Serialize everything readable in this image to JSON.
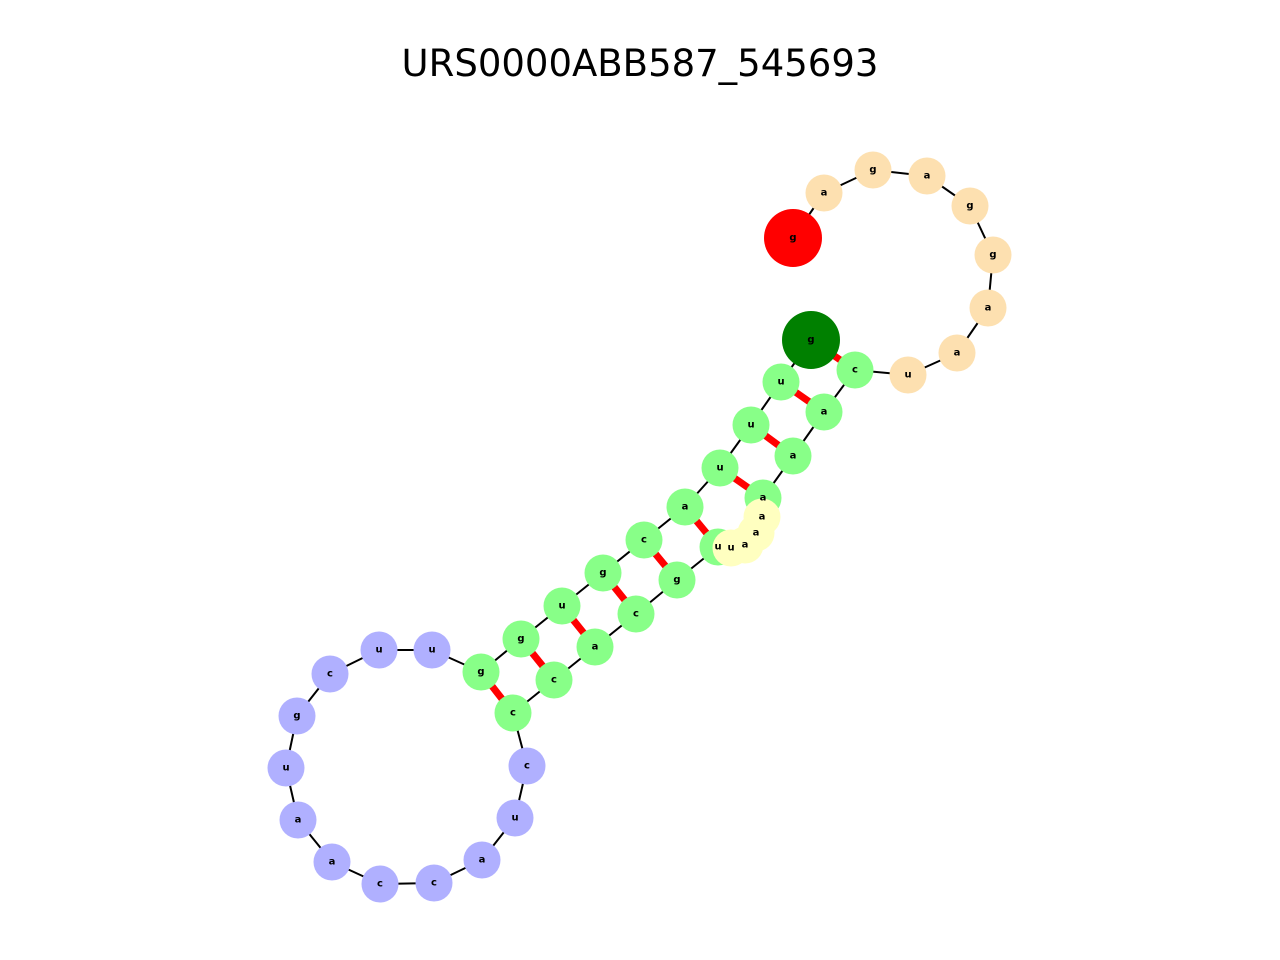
{
  "title": "URS0000ABB587_545693",
  "colors": {
    "five_prime": "#ff0000",
    "three_prime": "#008000",
    "hairpin_loop": "#fde0b0",
    "stem": "#88ff88",
    "bulge": "#ffffc0",
    "multi_loop": "#b0b0ff",
    "backbone": "#000000",
    "pair": "#ff0000"
  },
  "nodes": [
    {
      "base": "g",
      "type": "five_prime"
    },
    {
      "base": "a",
      "type": "hairpin_loop"
    },
    {
      "base": "g",
      "type": "hairpin_loop"
    },
    {
      "base": "a",
      "type": "hairpin_loop"
    },
    {
      "base": "g",
      "type": "hairpin_loop"
    },
    {
      "base": "g",
      "type": "hairpin_loop"
    },
    {
      "base": "a",
      "type": "hairpin_loop"
    },
    {
      "base": "a",
      "type": "hairpin_loop"
    },
    {
      "base": "u",
      "type": "hairpin_loop"
    },
    {
      "base": "c",
      "type": "stem"
    },
    {
      "base": "a",
      "type": "stem"
    },
    {
      "base": "a",
      "type": "stem"
    },
    {
      "base": "a",
      "type": "stem"
    },
    {
      "base": "a",
      "type": "bulge"
    },
    {
      "base": "a",
      "type": "bulge"
    },
    {
      "base": "a",
      "type": "bulge"
    },
    {
      "base": "u",
      "type": "bulge"
    },
    {
      "base": "u",
      "type": "stem"
    },
    {
      "base": "g",
      "type": "stem"
    },
    {
      "base": "c",
      "type": "stem"
    },
    {
      "base": "a",
      "type": "stem"
    },
    {
      "base": "c",
      "type": "stem"
    },
    {
      "base": "c",
      "type": "stem"
    },
    {
      "base": "c",
      "type": "multi_loop"
    },
    {
      "base": "u",
      "type": "multi_loop"
    },
    {
      "base": "a",
      "type": "multi_loop"
    },
    {
      "base": "c",
      "type": "multi_loop"
    },
    {
      "base": "c",
      "type": "multi_loop"
    },
    {
      "base": "a",
      "type": "multi_loop"
    },
    {
      "base": "a",
      "type": "multi_loop"
    },
    {
      "base": "u",
      "type": "multi_loop"
    },
    {
      "base": "g",
      "type": "multi_loop"
    },
    {
      "base": "c",
      "type": "multi_loop"
    },
    {
      "base": "u",
      "type": "multi_loop"
    },
    {
      "base": "u",
      "type": "multi_loop"
    },
    {
      "base": "g",
      "type": "stem"
    },
    {
      "base": "g",
      "type": "stem"
    },
    {
      "base": "u",
      "type": "stem"
    },
    {
      "base": "g",
      "type": "stem"
    },
    {
      "base": "c",
      "type": "stem"
    },
    {
      "base": "a",
      "type": "stem"
    },
    {
      "base": "u",
      "type": "stem"
    },
    {
      "base": "u",
      "type": "stem"
    },
    {
      "base": "u",
      "type": "stem"
    },
    {
      "base": "g",
      "type": "three_prime"
    }
  ],
  "pairs": [
    [
      9,
      44
    ],
    [
      10,
      43
    ],
    [
      11,
      42
    ],
    [
      12,
      41
    ],
    [
      17,
      40
    ],
    [
      18,
      39
    ],
    [
      19,
      38
    ],
    [
      20,
      37
    ],
    [
      21,
      36
    ],
    [
      22,
      35
    ]
  ]
}
